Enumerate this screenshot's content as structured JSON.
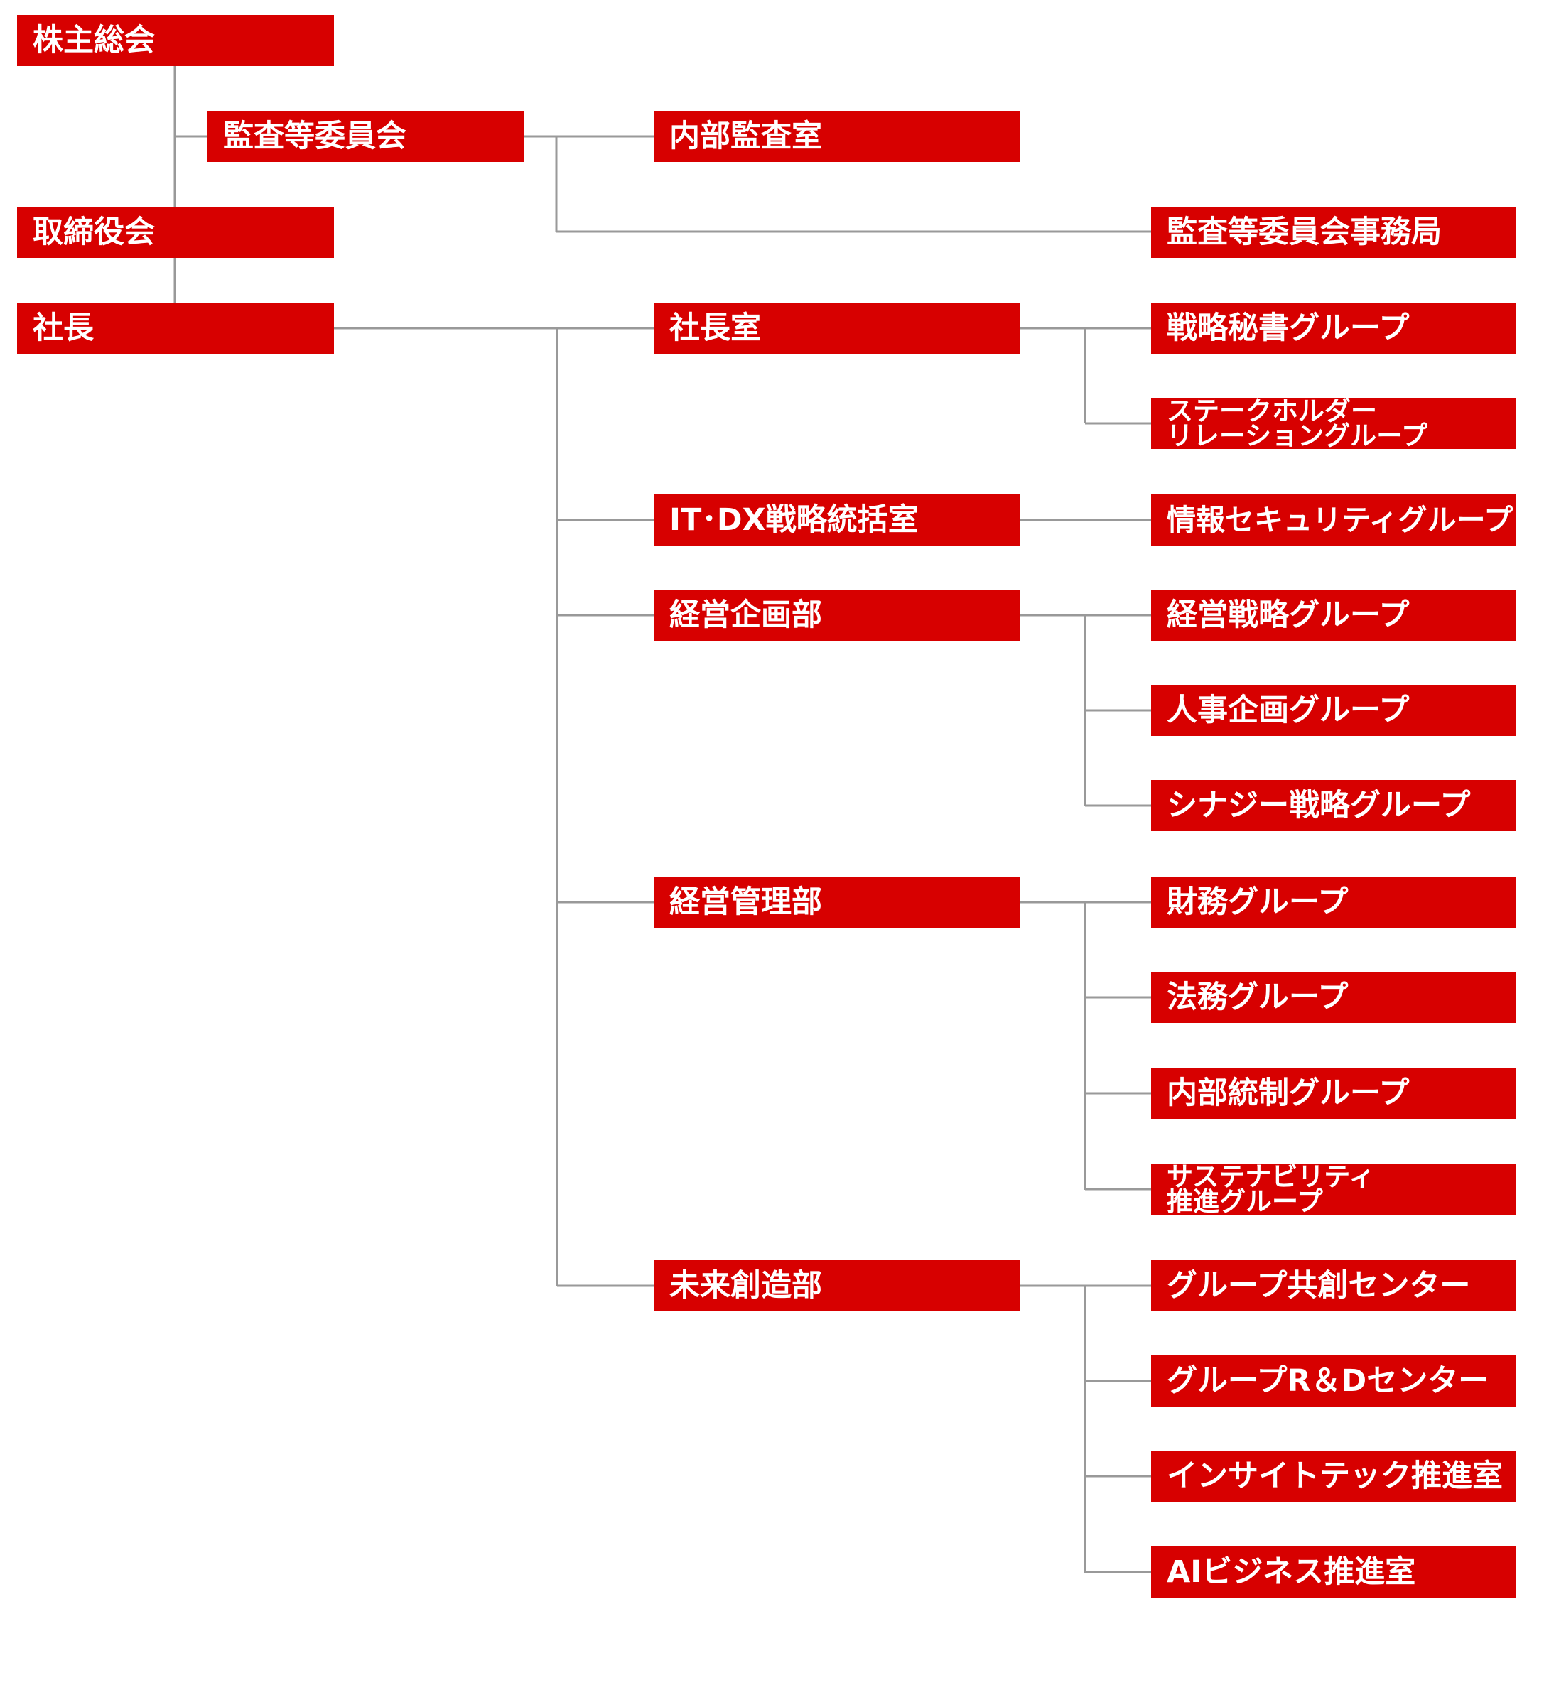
{
  "colors": {
    "box": "#d70000",
    "text": "#ffffff",
    "line": "#999999"
  },
  "nodes": {
    "shareholders": "株主総会",
    "audit_committee": "監査等委員会",
    "internal_audit": "内部監査室",
    "audit_secretariat": "監査等委員会事務局",
    "board": "取締役会",
    "president": "社長",
    "president_office": "社長室",
    "strategic_secretary": "戦略秘書グループ",
    "stakeholder_relations": {
      "line1": "ステークホルダー",
      "line2": "リレーショングループ"
    },
    "it_dx_office": "IT･DX戦略統括室",
    "info_security": "情報セキュリティグループ",
    "planning_dept": "経営企画部",
    "mgmt_strategy": "経営戦略グループ",
    "hr_planning": "人事企画グループ",
    "synergy_strategy": "シナジー戦略グループ",
    "mgmt_admin_dept": "経営管理部",
    "finance": "財務グループ",
    "legal": "法務グループ",
    "internal_control": "内部統制グループ",
    "sustainability": {
      "line1": "サステナビリティ",
      "line2": "推進グループ"
    },
    "future_creation_dept": "未来創造部",
    "group_cocreation": "グループ共創センター",
    "group_rd": "グループR＆Dセンター",
    "insight_tech": "インサイトテック推進室",
    "ai_business": "AIビジネス推進室"
  }
}
